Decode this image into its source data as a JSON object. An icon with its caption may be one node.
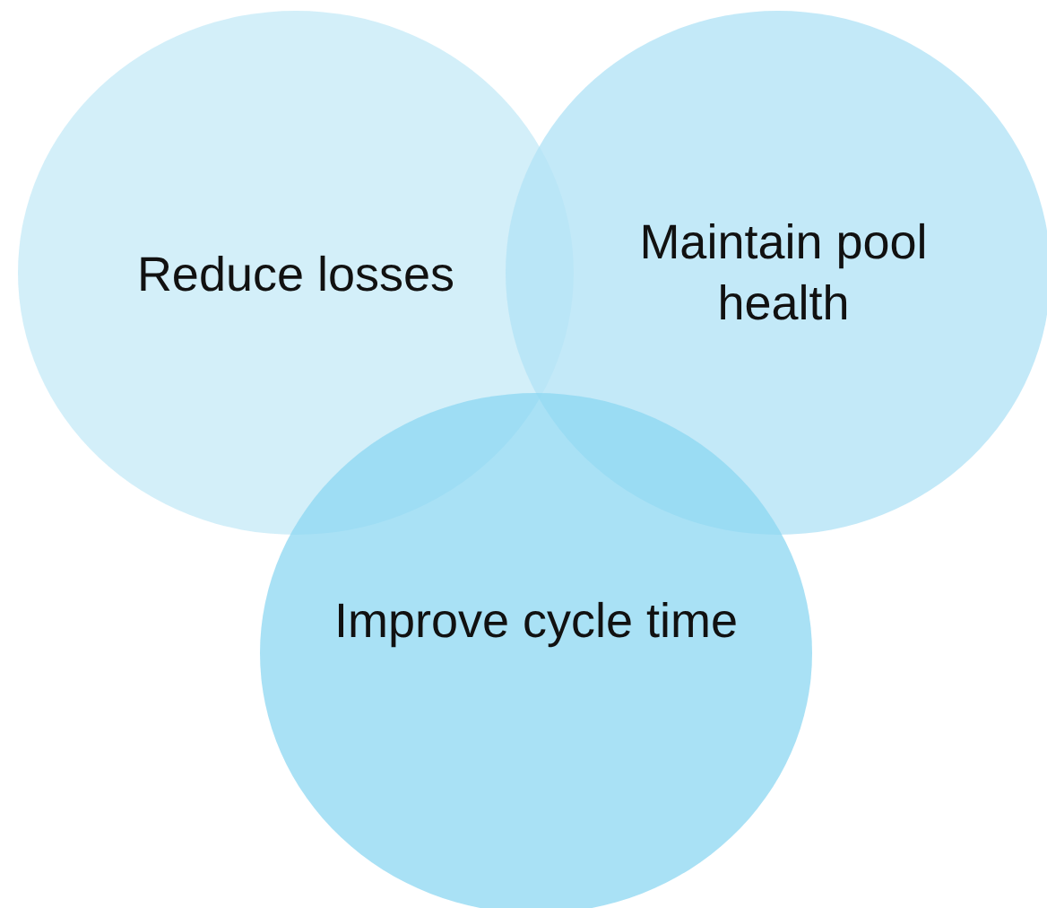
{
  "diagram": {
    "nodes": [
      {
        "text": [
          "Reduce losses"
        ]
      },
      {
        "text": [
          "Maintain pool health"
        ]
      },
      {
        "text": [
          "Improve cycle time"
        ]
      }
    ]
  }
}
